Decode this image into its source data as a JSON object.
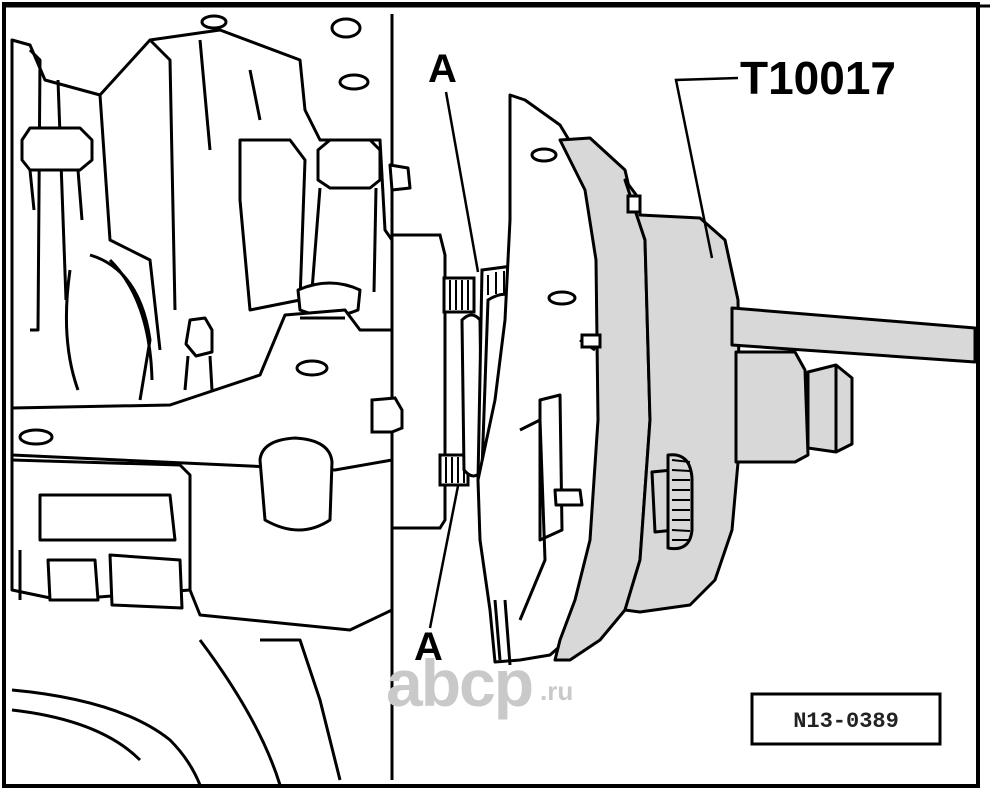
{
  "figure": {
    "tool_label": "T10017",
    "callout_top": "A",
    "callout_bottom": "A",
    "reference_code": "N13-0389",
    "watermark_main": "abcp",
    "watermark_suffix": ".ru"
  },
  "colors": {
    "line": "#000000",
    "tool_fill": "#d8d8d8",
    "paper": "#ffffff",
    "watermark": "#c9c9c9"
  }
}
